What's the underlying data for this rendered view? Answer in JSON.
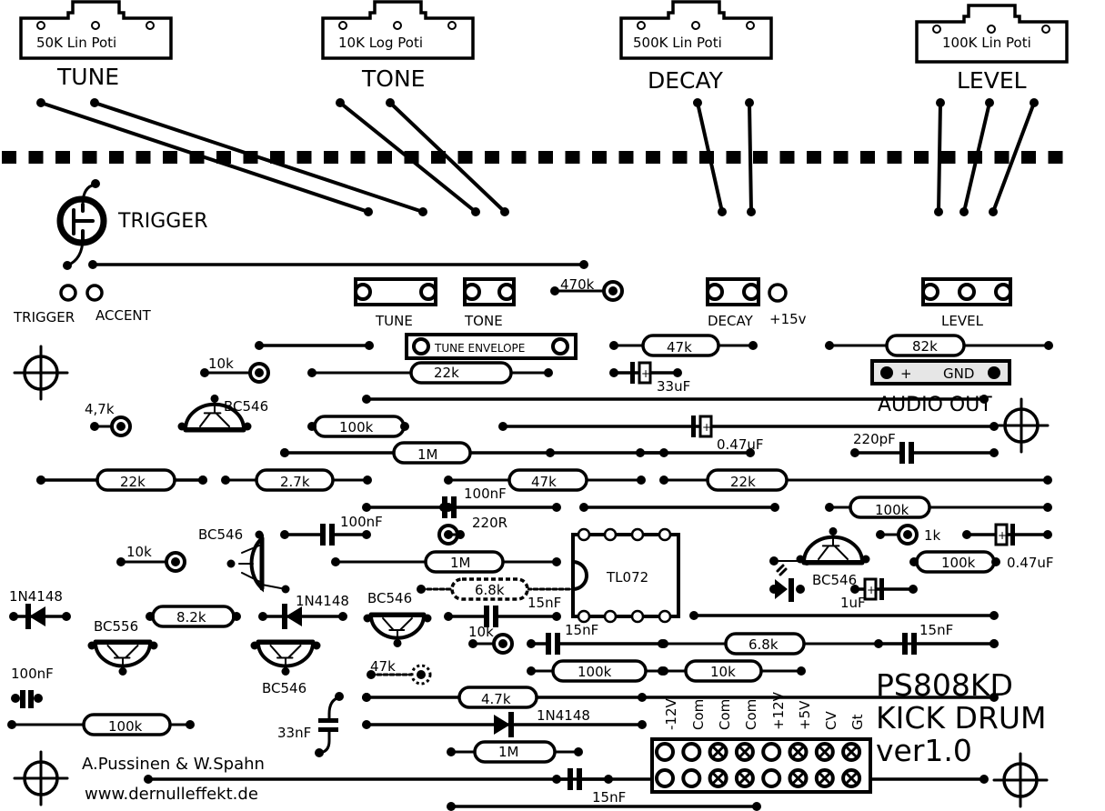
{
  "title": {
    "line1": "PS808KD",
    "line2": "KICK DRUM",
    "line3": "ver1.0"
  },
  "credits": {
    "authors": "A.Pussinen & W.Spahn",
    "website": "www.dernulleffekt.de"
  },
  "colors": {
    "ink": "#000000",
    "paper": "#ffffff",
    "audio_out_fill": "#e6e6e6"
  },
  "pots": [
    {
      "label": "50K Lin Poti",
      "name": "TUNE"
    },
    {
      "label": "10K Log Poti",
      "name": "TONE"
    },
    {
      "label": "500K Lin Poti",
      "name": "DECAY"
    },
    {
      "label": "100K Lin Poti",
      "name": "LEVEL"
    }
  ],
  "trigger_jack": {
    "label": "TRIGGER"
  },
  "pads": {
    "trigger": "TRIGGER",
    "accent": "ACCENT"
  },
  "headers": {
    "tune": "TUNE",
    "tone": "TONE",
    "decay": "DECAY",
    "plus15": "+15v",
    "level": "LEVEL",
    "tune_envelope": "TUNE ENVELOPE",
    "audio_out_plus": "+",
    "audio_out_gnd": "GND",
    "audio_out": "AUDIO OUT"
  },
  "power_header": {
    "pins": [
      "-12V",
      "Com",
      "Com",
      "Com",
      "+12V",
      "+5V",
      "CV",
      "Gt"
    ],
    "crossed": [
      false,
      false,
      true,
      true,
      false,
      true,
      true,
      true
    ]
  },
  "ic": {
    "label": "TL072"
  },
  "resistors": [
    "470k",
    "47k",
    "82k",
    "10k",
    "22k",
    "4,7k",
    "100k",
    "1M",
    "22k",
    "2.7k",
    "47k",
    "22k",
    "100k",
    "220R",
    "1M",
    "10k",
    "6.8k",
    "8.2k",
    "1k",
    "100k",
    "10k",
    "6.8k",
    "100k",
    "10k",
    "47k",
    "4.7k",
    "100k",
    "1M"
  ],
  "capacitors": [
    "33uF",
    "0.47uF",
    "220pF",
    "100nF",
    "100nF",
    "15nF",
    "15nF",
    "15nF",
    "0.47uF",
    "1uF",
    "100nF",
    "33nF",
    "15nF"
  ],
  "semiconductors": {
    "q1": "BC546",
    "q2": "BC546",
    "q3": "BC546",
    "q4": "BC556",
    "q5": "BC546",
    "q6": "BC546",
    "d1": "1N4148",
    "d2": "1N4148",
    "d3": "1N4148"
  }
}
